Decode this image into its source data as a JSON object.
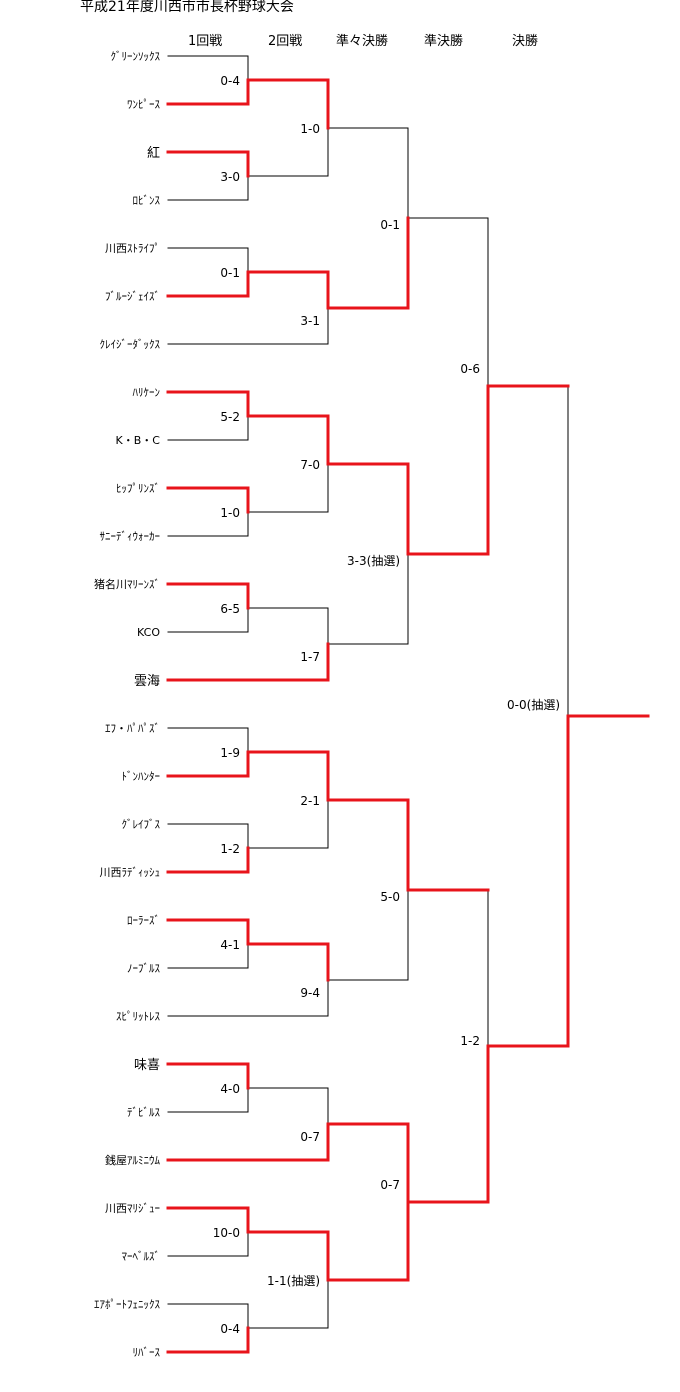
{
  "title": "平成21年度川西市市長杯野球大会",
  "rounds": [
    "1回戦",
    "2回戦",
    "準々決勝",
    "準決勝",
    "決勝"
  ],
  "colors": {
    "winner": "#e8141b",
    "normal": "#000000"
  },
  "teams": [
    "ｸﾞﾘｰﾝｿｯｸｽ",
    "ﾜﾝﾋﾟｰｽ",
    "紅",
    "ﾛﾋﾞﾝｽ",
    "川西ｽﾄﾗｲﾌﾟ",
    "ﾌﾞﾙｰｼﾞｪｲｽﾞ",
    "ｸﾚｲｼﾞｰﾀﾞｯｸｽ",
    "ﾊﾘｹｰﾝ",
    "K・B・C",
    "ﾋｯﾌﾟﾘﾝｽﾞ",
    "ｻﾆｰﾃﾞｨｳｫｰｶｰ",
    "猪名川ﾏﾘｰﾝｽﾞ",
    "KCO",
    "雲海",
    "ｴﾌ・ﾊﾟﾊﾟｽﾞ",
    "ﾄﾞﾝﾊﾝﾀｰ",
    "ｸﾞﾚｲﾌﾞｽ",
    "川西ﾗﾃﾞｨｯｼｭ",
    "ﾛｰﾗｰｽﾞ",
    "ﾉｰﾌﾞﾙｽ",
    "ｽﾋﾟﾘｯﾄﾚｽ",
    "味喜",
    "ﾃﾞﾋﾞﾙｽ",
    "銭屋ｱﾙﾐﾆｳﾑ",
    "川西ﾏﾘｼﾞｭｰ",
    "ﾏｰﾍﾞﾙｽﾞ",
    "ｴｱﾎﾟｰﾄﾌｪﾆｯｸｽ",
    "ﾘﾊﾞｰｽ"
  ],
  "scores": {
    "round1": [
      "0-4",
      "3-0",
      "0-1",
      "5-2",
      "1-0",
      "6-5",
      "1-9",
      "1-2",
      "4-1",
      "4-0",
      "10-0",
      "0-4"
    ],
    "round2": [
      "1-0",
      "3-1",
      "7-0",
      "1-7",
      "2-1",
      "9-4",
      "0-7",
      "1-1(抽選)"
    ],
    "quarterfinal": [
      "0-1",
      "3-3(抽選)",
      "5-0",
      "0-7"
    ],
    "semifinal": [
      "0-6",
      "1-2"
    ],
    "final": [
      "0-0(抽選)"
    ]
  }
}
